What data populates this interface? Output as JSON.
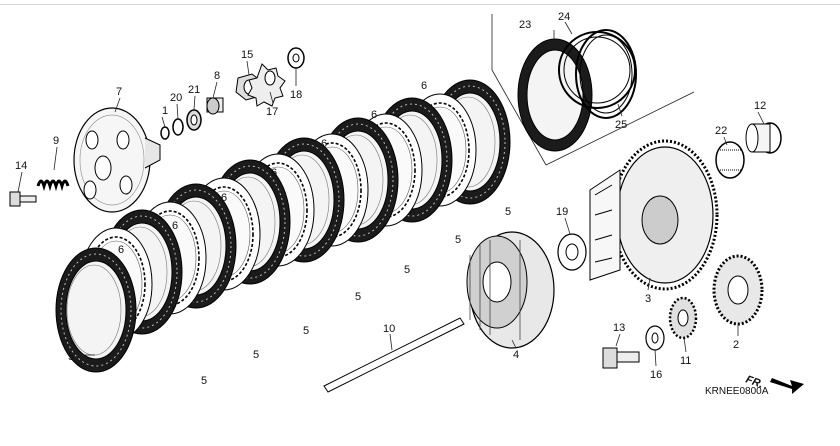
{
  "diagram_code": "KRNEE0800A",
  "direction_label": "FR.",
  "callouts": {
    "c1": "1",
    "c2": "2",
    "c3": "3",
    "c4": "4",
    "c5": "5",
    "c6": "6",
    "c7": "7",
    "c8": "8",
    "c9": "9",
    "c10": "10",
    "c11": "11",
    "c12": "12",
    "c13": "13",
    "c14": "14",
    "c15": "15",
    "c16": "16",
    "c17": "17",
    "c18": "18",
    "c19": "19",
    "c20": "20",
    "c21": "21",
    "c22": "22",
    "c23": "23",
    "c24": "24",
    "c25": "25"
  },
  "colors": {
    "line": "#222222",
    "dark": "#1a1a1a",
    "mid": "#8a8a8a",
    "light": "#f2f2f2"
  }
}
